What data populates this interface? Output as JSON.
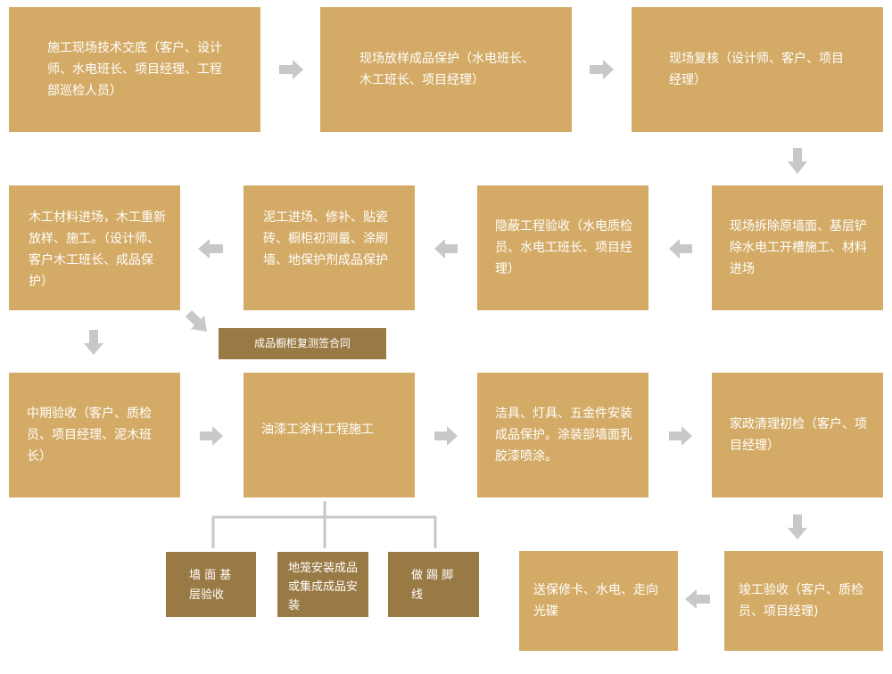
{
  "colors": {
    "box": "#d4ab66",
    "dark_box": "#9a7a44",
    "arrow": "#c8c8c8"
  },
  "steps": [
    "施工现场技术交底（客户、设计师、水电班长、项目经理、工程部巡检人员）",
    "现场放样成品保护（水电班长、木工班长、项目经理）",
    "现场复核（设计师、客户、项目经理）",
    "现场拆除原墙面、基层铲除水电工开槽施工、材料进场",
    "隐蔽工程验收（水电质检员、水电工班长、项目经理）",
    "泥工进场、修补、贴瓷砖、橱柜初测量、涂刷墙、地保护剂成品保护",
    "木工材料进场，木工重新放样、施工。（设计师、客户木工班长、成品保护）",
    "中期验收（客户、质检员、项目经理、泥木班长）",
    "油漆工涂料工程施工",
    "洁具、灯具、五金件安装成品保护。涂装部墙面乳胶漆喷涂。",
    "家政清理初检（客户、项目经理）",
    "竣工验收（客户、质检员、项目经理)",
    "送保修卡、水电、走向光碟"
  ],
  "side_note": "成品橱柜复测签合同",
  "sub_steps": [
    "墙 面 基层验收",
    "地笼安装成品或集成成品安装",
    "做 踢 脚线"
  ]
}
